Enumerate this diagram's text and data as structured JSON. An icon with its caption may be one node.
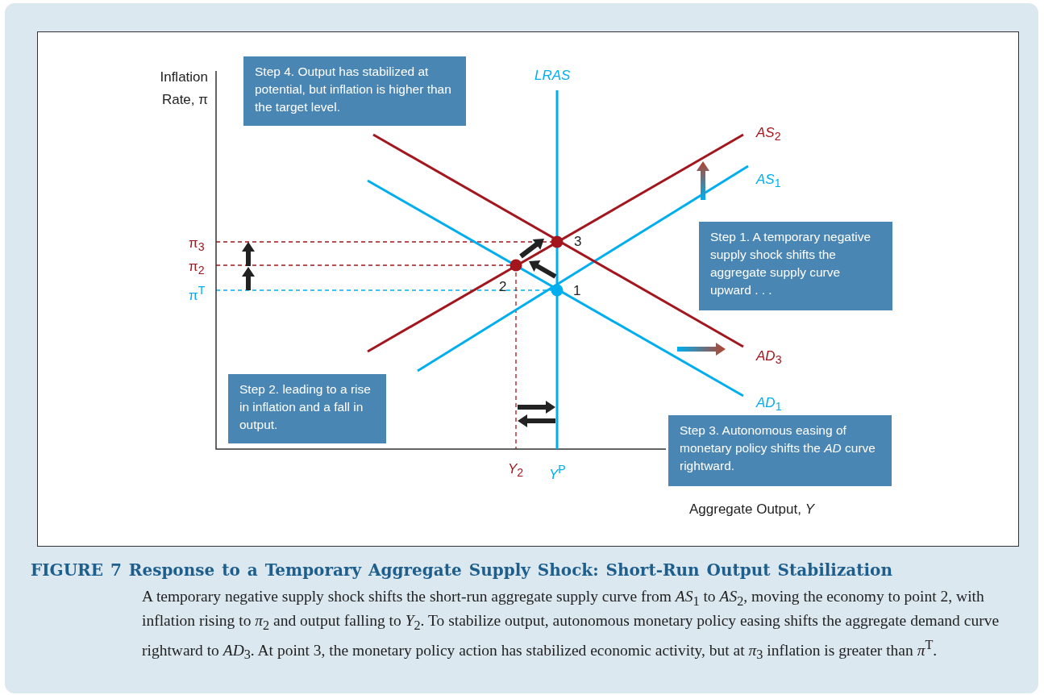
{
  "diagram": {
    "title": "FIGURE 7 Response to a Temporary Aggregate Supply Shock: Short-Run Output Stabilization",
    "caption": "A temporary negative supply shock shifts the short-run aggregate supply curve from *AS*$_{1}$ to *AS*$_{2}$, moving the economy to point 2, with inflation rising to *π*$_{2}$ and output falling to *Y*$_{2}$. To stabilize output, autonomous monetary policy easing shifts the aggregate demand curve rightward to *AD*$_{3}$. At point 3, the monetary policy action has stabilized economic activity, but at *π*$_{3}$ inflation is greater than *π*$^{T}$.",
    "nodes": [
      {
        "text": [
          "Step 4. Output has stabilized at potential, but inflation is higher than the target level."
        ]
      },
      {
        "text": [
          "Step 1. A temporary negative supply shock shifts the aggregate supply curve upward . . ."
        ]
      },
      {
        "text": [
          "Step 2. leading to a rise in inflation and a fall in output."
        ]
      },
      {
        "text": [
          "Step 3. Autonomous easing of monetary policy shifts the *AD* curve rightward."
        ]
      }
    ],
    "labels": [
      "Inflation Rate, π",
      "LRAS",
      "*AS*$_{2}$",
      "*AS*$_{1}$",
      "3",
      "π$_{3}$",
      "π$_{2}$",
      "2",
      "π$^{T}$",
      "1",
      "*AD*$_{3}$",
      "*AD*$_{1}$",
      "*Y*$_{2}$",
      "*Y*$^{P}$",
      "Aggregate Output, *Y*"
    ]
  }
}
